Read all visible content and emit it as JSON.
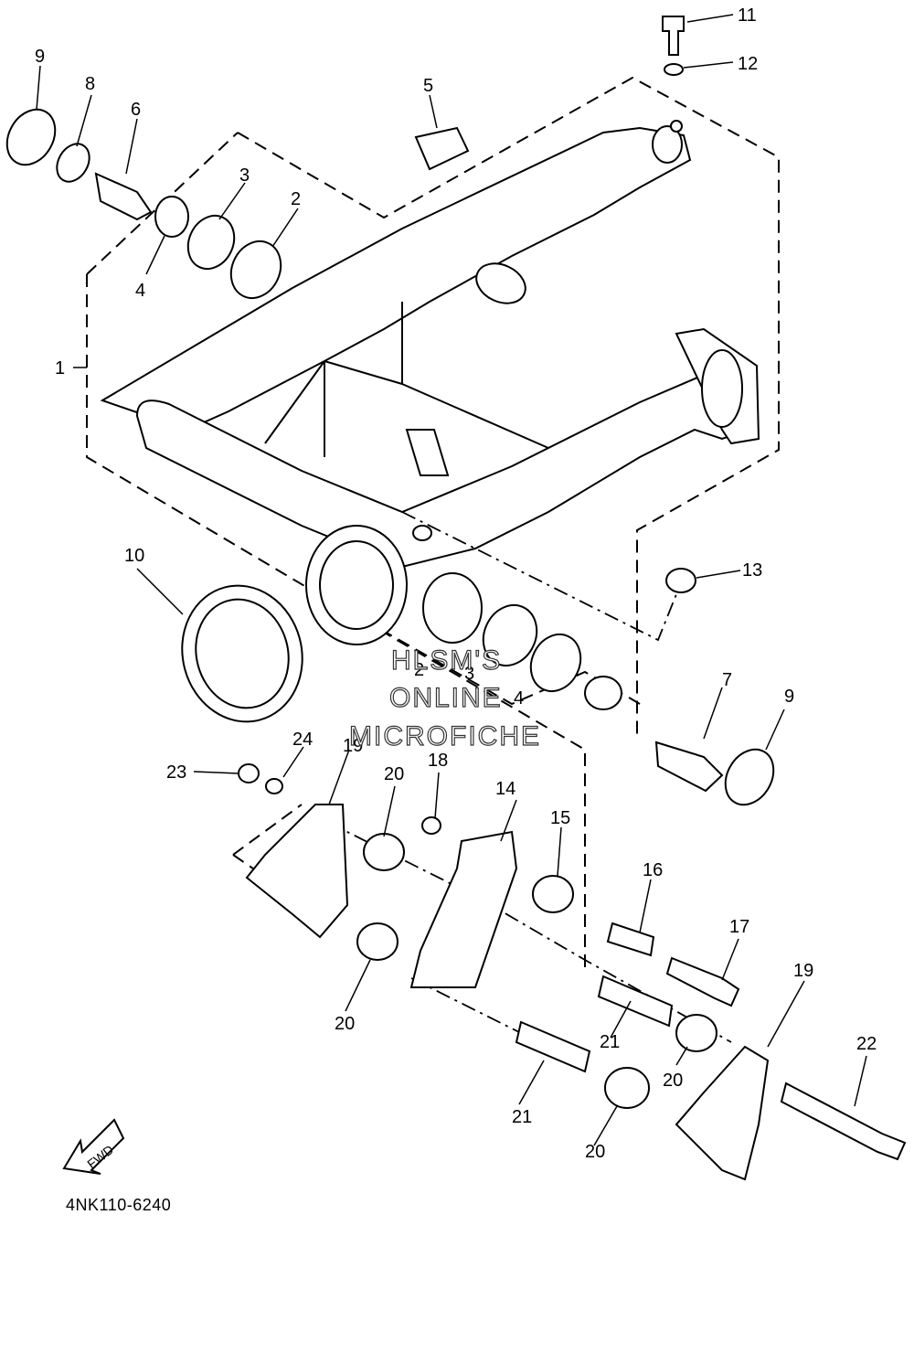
{
  "diagram_code": "4NK110-6240",
  "watermark": {
    "line1": "HLSM'S",
    "line2": "ONLINE",
    "line3": "MICROFICHE"
  },
  "fwd_label": "FWD",
  "callouts": {
    "c1": "1",
    "c2a": "2",
    "c2b": "2",
    "c3a": "3",
    "c3b": "3",
    "c4a": "4",
    "c4b": "4",
    "c5": "5",
    "c6": "6",
    "c7": "7",
    "c8": "8",
    "c9a": "9",
    "c9b": "9",
    "c10": "10",
    "c11": "11",
    "c12": "12",
    "c13": "13",
    "c14": "14",
    "c15": "15",
    "c16": "16",
    "c17": "17",
    "c18": "18",
    "c19a": "19",
    "c19b": "19",
    "c20a": "20",
    "c20b": "20",
    "c20c": "20",
    "c20d": "20",
    "c21a": "21",
    "c21b": "21",
    "c22": "22",
    "c23": "23",
    "c24": "24"
  }
}
